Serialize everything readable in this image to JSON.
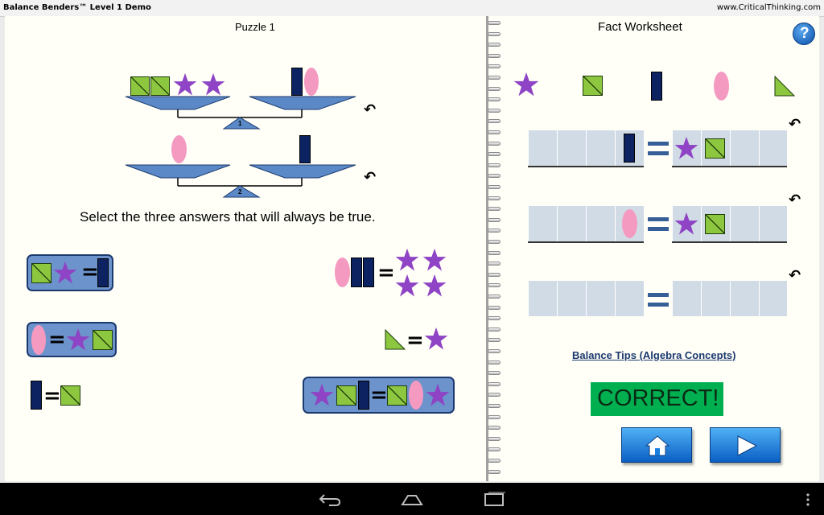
{
  "titlebar": {
    "app_title": "Balance Benders™ Level 1 Demo",
    "site": "www.CriticalThinking.com"
  },
  "left": {
    "puzzle_title": "Puzzle 1",
    "scale1_label": "1",
    "scale2_label": "2",
    "instruction": "Select the three answers that will always be true."
  },
  "right": {
    "worksheet_title": "Fact Worksheet",
    "help_label": "?",
    "tips_link": "Balance Tips (Algebra Concepts)",
    "status": "CORRECT!"
  },
  "symbols": {
    "equals": "=",
    "undo": "↶"
  },
  "colors": {
    "square_green": "#8dc63f",
    "bar_navy": "#0d2260",
    "oval_pink": "#f49ac1",
    "star_purple": "#8e44c4",
    "scale_blue": "#5b89c7",
    "answer_box": "#6d93cc",
    "correct_green": "#00b050",
    "button_blue": "#1a7de0",
    "cell_gray": "#d1dbe6"
  },
  "icons": [
    "undo-icon",
    "help-icon",
    "home-icon",
    "play-icon",
    "back-icon",
    "home-nav-icon",
    "recents-icon",
    "menu-icon"
  ]
}
